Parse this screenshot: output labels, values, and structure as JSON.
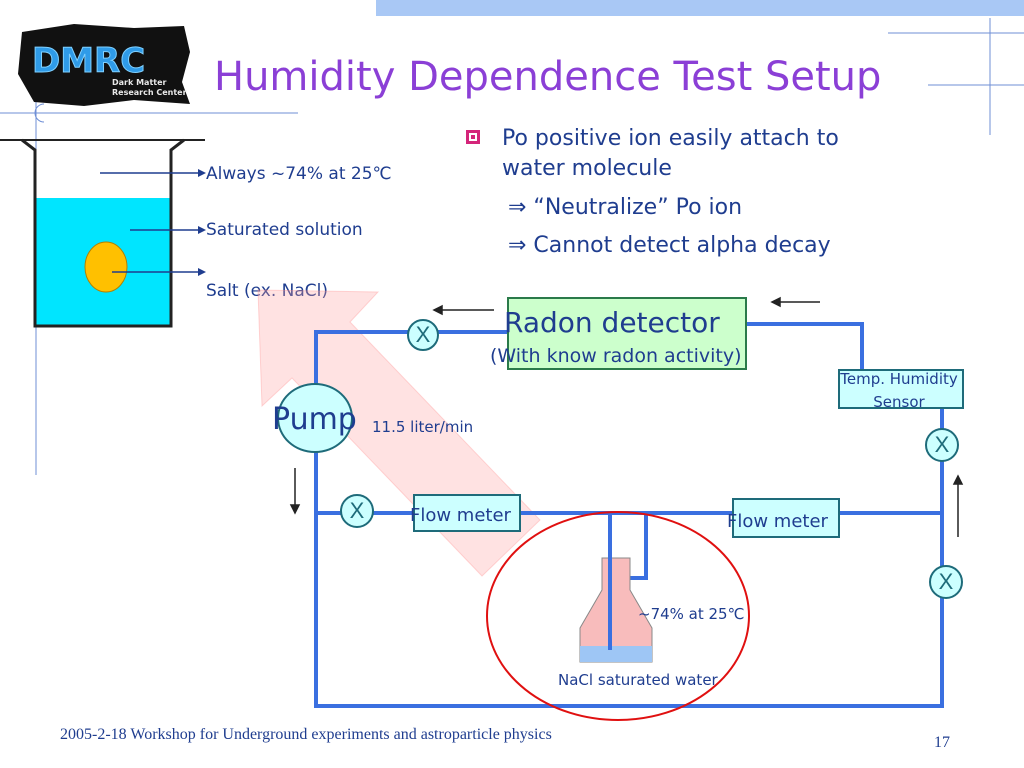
{
  "logo": {
    "text": "DMRC",
    "sub1": "Dark Matter",
    "sub2": "Research Center"
  },
  "slide": {
    "title": "Humidity Dependence Test Setup",
    "page_number": "17"
  },
  "footer": {
    "text": "2005-2-18  Workshop for Underground experiments and astroparticle physics"
  },
  "beaker": {
    "label_always": "Always ~74% at 25℃",
    "label_solution": "Saturated solution",
    "label_salt": "Salt (ex. NaCl)"
  },
  "bullets": {
    "main_line1": "Po positive ion easily attach to",
    "main_line2": "water molecule",
    "sub1": "⇒ “Neutralize” Po ion",
    "sub2": "⇒ Cannot detect alpha decay"
  },
  "setup": {
    "radon_detector": "Radon detector",
    "radon_detector_note": "(With know radon activity)",
    "sensor_line1": "Temp. Humidity",
    "sensor_line2": "Sensor",
    "pump": "Pump",
    "flow_rate": "11.5 liter/min",
    "flow_meter_left": "Flow meter",
    "flow_meter_right": "Flow meter",
    "flask_label": "~74% at 25℃",
    "flask_caption": "NaCl saturated water",
    "valve_symbol": "X"
  },
  "colors": {
    "title": "#8b3fd6",
    "text": "#1f3d8f",
    "pipe": "#3a6fe0",
    "box_fill": "#ccffff",
    "detector_fill": "#ccffcc"
  }
}
